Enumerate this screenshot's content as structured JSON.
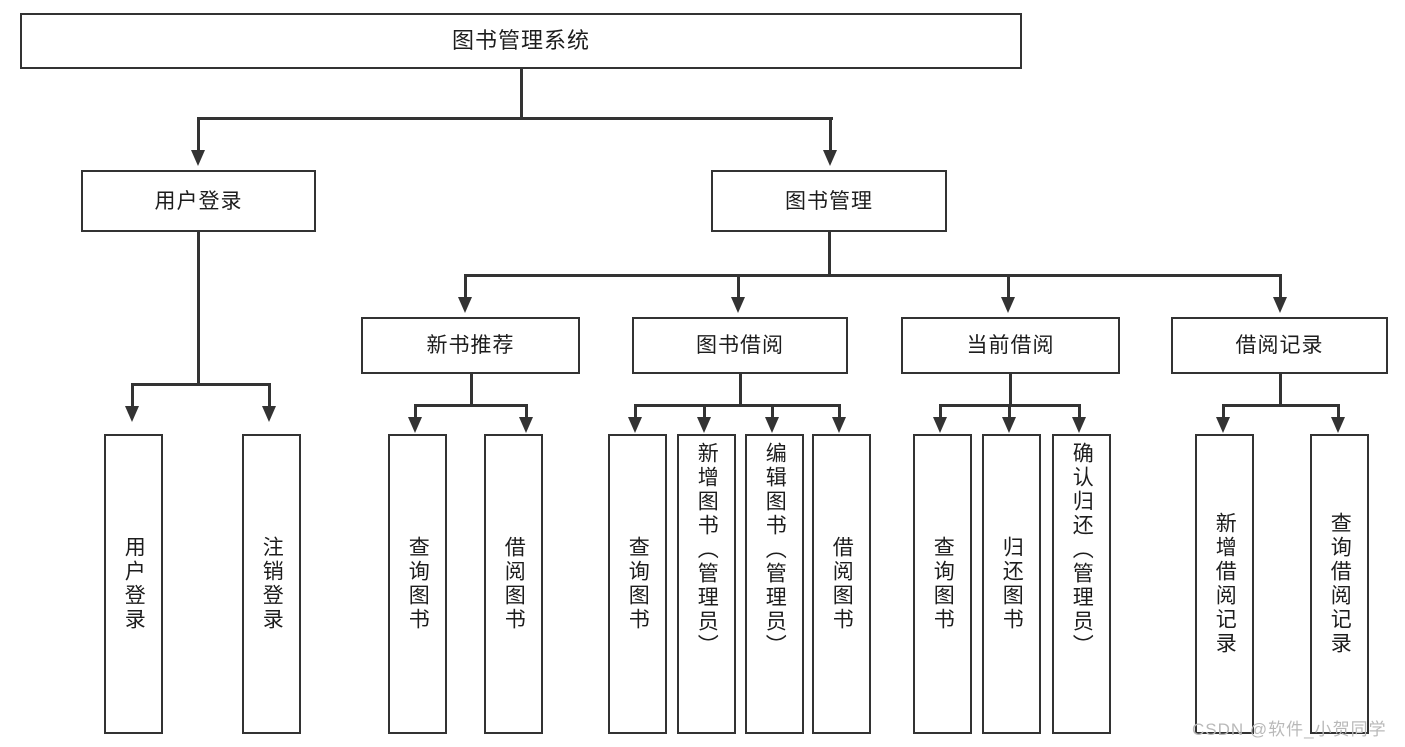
{
  "diagram": {
    "title": "图书管理系统",
    "type": "tree-structure-chart",
    "root": {
      "label": "图书管理系统"
    },
    "level1": [
      {
        "label": "用户登录"
      },
      {
        "label": "图书管理"
      }
    ],
    "level2": [
      {
        "label": "新书推荐"
      },
      {
        "label": "图书借阅"
      },
      {
        "label": "当前借阅"
      },
      {
        "label": "借阅记录"
      }
    ],
    "leaves": {
      "user_login": [
        {
          "label": "用户登录"
        },
        {
          "label": "注销登录"
        }
      ],
      "new_book_recommend": [
        {
          "label": "查询图书"
        },
        {
          "label": "借阅图书"
        }
      ],
      "book_borrow": [
        {
          "label": "查询图书"
        },
        {
          "label": "新增图书（管理员）"
        },
        {
          "label": "编辑图书（管理员）"
        },
        {
          "label": "借阅图书"
        }
      ],
      "current_borrow": [
        {
          "label": "查询图书"
        },
        {
          "label": "归还图书"
        },
        {
          "label": "确认归还（管理员）"
        }
      ],
      "borrow_record": [
        {
          "label": "新增借阅记录"
        },
        {
          "label": "查询借阅记录"
        }
      ]
    }
  },
  "watermark": {
    "text": "CSDN @软件_小贺同学"
  },
  "colors": {
    "border": "#333333",
    "text": "#1d1d1d",
    "background": "#ffffff",
    "watermark": "#b9b9b9"
  }
}
